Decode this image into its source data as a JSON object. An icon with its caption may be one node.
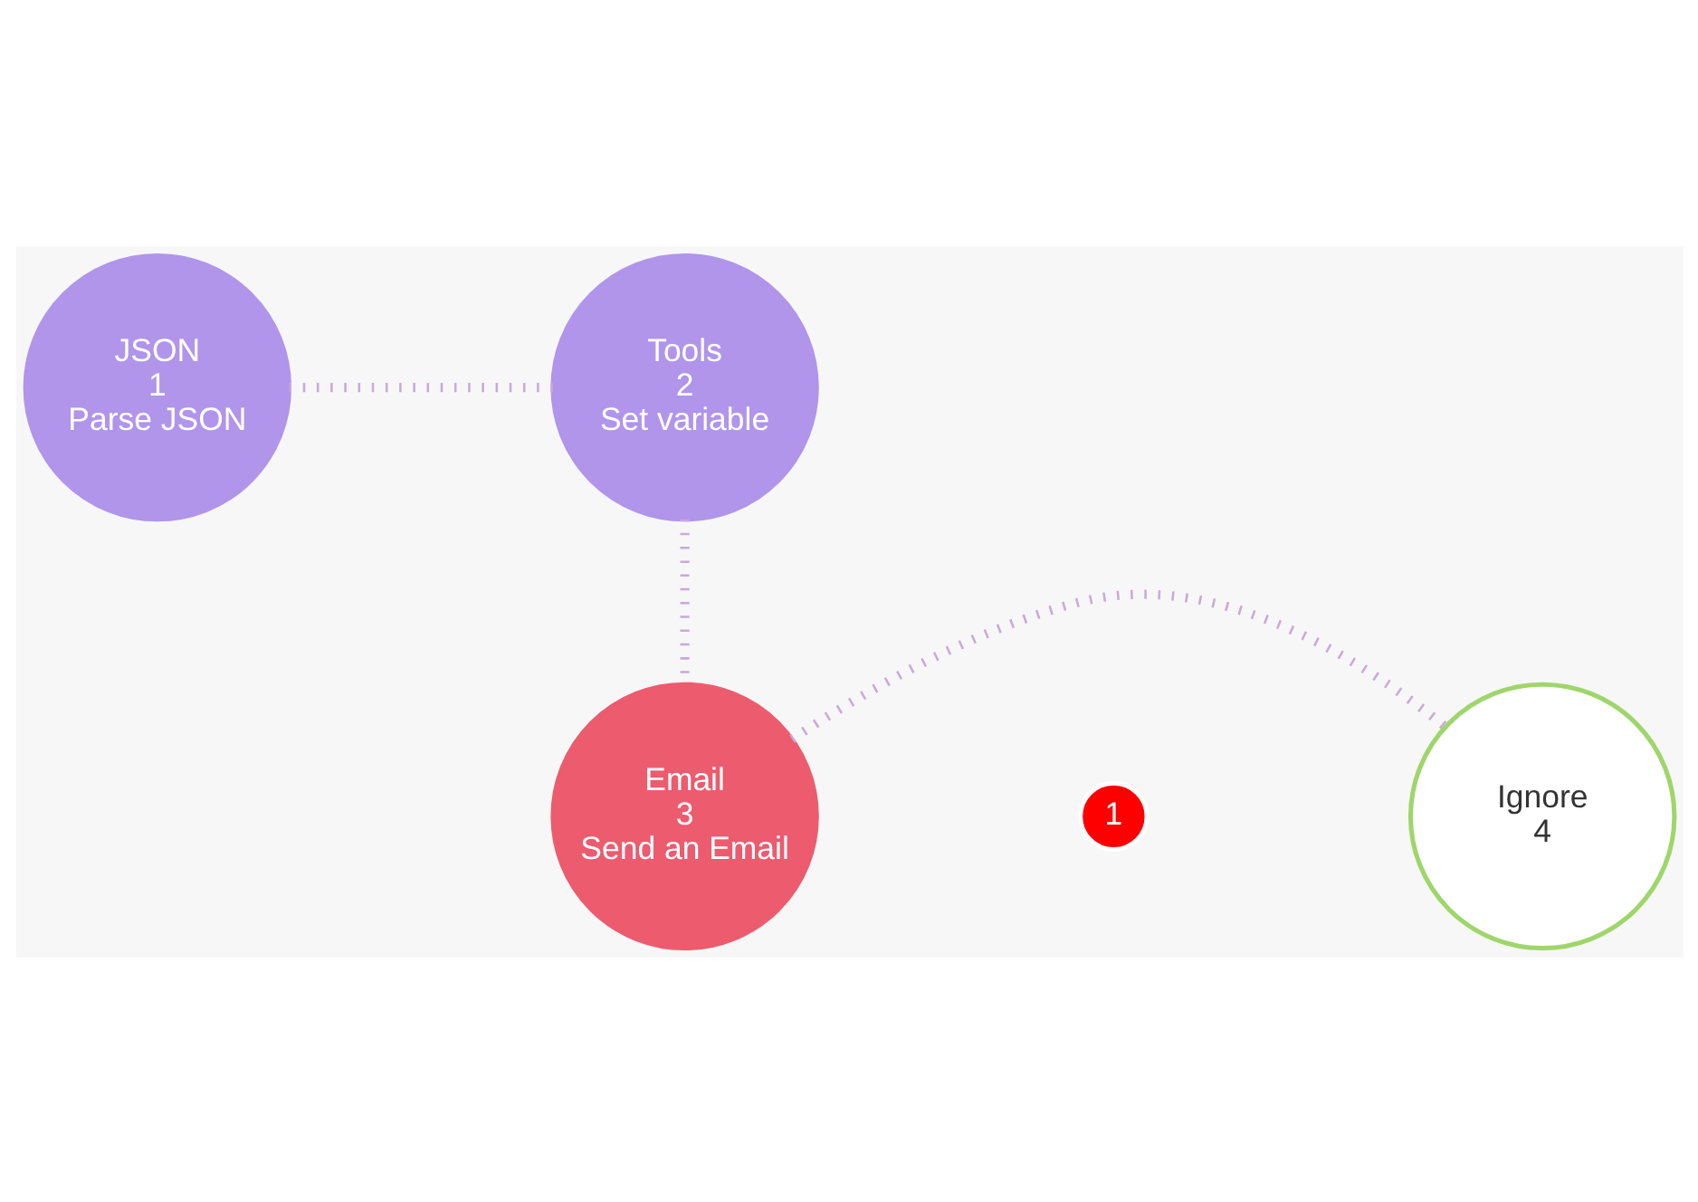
{
  "diagram": {
    "nodes": [
      {
        "text": [
          "JSON",
          "1",
          "Parse JSON"
        ]
      },
      {
        "text": [
          "Tools",
          "2",
          "Set variable"
        ]
      },
      {
        "text": [
          "Email",
          "3",
          "Send an Email"
        ]
      },
      {
        "text": [
          "Ignore",
          "4"
        ]
      },
      {
        "text": [
          "1"
        ]
      }
    ],
    "edges": [
      {
        "from": 0,
        "to": 1,
        "arrow": "none",
        "style": "dashed"
      },
      {
        "from": 1,
        "to": 2,
        "arrow": "none",
        "style": "dashed"
      },
      {
        "from": 2,
        "to": 3,
        "arrow": "none",
        "style": "dashed"
      }
    ]
  }
}
